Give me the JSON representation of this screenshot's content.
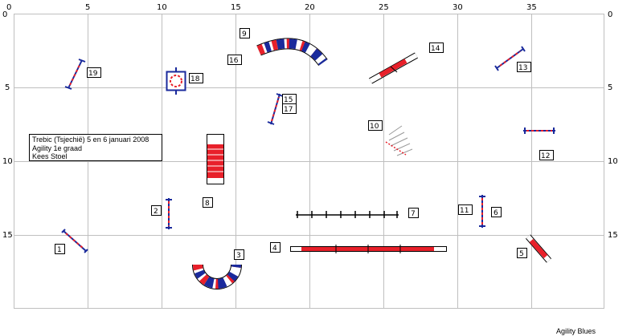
{
  "axes": {
    "top_ticks": [
      "0",
      "5",
      "10",
      "15",
      "20",
      "25",
      "30",
      "35"
    ],
    "left_ticks": [
      "0",
      "5",
      "10",
      "15"
    ],
    "right_ticks": [
      "0",
      "5",
      "10",
      "15"
    ]
  },
  "info_box": {
    "line1": "Trebic (Tsjechië) 5 en 6 januari 2008",
    "line2": "Agility  1e graad",
    "line3": "Kees Stoel"
  },
  "credit": "Agility Blues",
  "obstacles": {
    "n1": "1",
    "n2": "2",
    "n3": "3",
    "n4": "4",
    "n5": "5",
    "n6": "6",
    "n7": "7",
    "n8": "8",
    "n9": "9",
    "n10": "10",
    "n11": "11",
    "n12": "12",
    "n13": "13",
    "n14": "14",
    "n15": "15",
    "n16": "16",
    "n17": "17",
    "n18": "18",
    "n19": "19"
  },
  "colors": {
    "red": "#e8202a",
    "blue": "#1a2a9c",
    "grid": "#bfbfbf"
  }
}
